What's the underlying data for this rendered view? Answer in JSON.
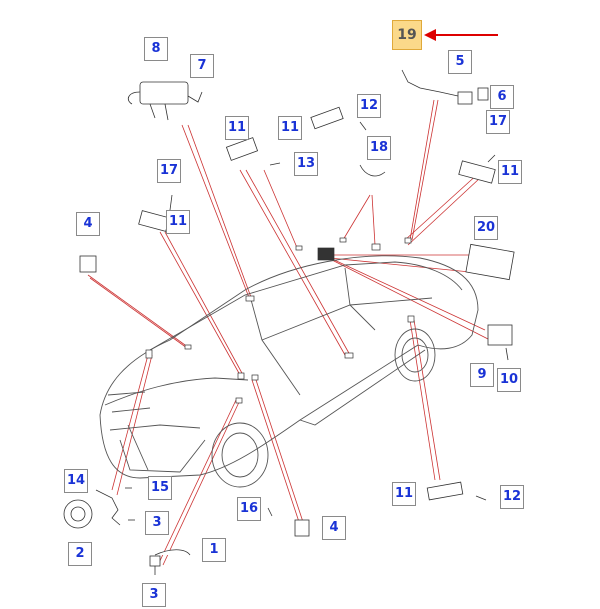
{
  "diagram": {
    "highlighted_callout": "19",
    "colors": {
      "callout_text": "#1a33d6",
      "leader_line": "#cc3333",
      "arrow": "#dd0000",
      "highlight_fill": "#fbd98a"
    },
    "callouts": [
      {
        "id": "c8",
        "label": "8"
      },
      {
        "id": "c7",
        "label": "7"
      },
      {
        "id": "c19",
        "label": "19"
      },
      {
        "id": "c5",
        "label": "5"
      },
      {
        "id": "c6",
        "label": "6"
      },
      {
        "id": "c11a",
        "label": "11"
      },
      {
        "id": "c12a",
        "label": "12"
      },
      {
        "id": "c11b",
        "label": "11"
      },
      {
        "id": "c13",
        "label": "13"
      },
      {
        "id": "c18",
        "label": "18"
      },
      {
        "id": "c17a",
        "label": "17"
      },
      {
        "id": "c11c",
        "label": "11"
      },
      {
        "id": "c17b",
        "label": "17"
      },
      {
        "id": "c11d",
        "label": "11"
      },
      {
        "id": "c4a",
        "label": "4"
      },
      {
        "id": "c20",
        "label": "20"
      },
      {
        "id": "c9",
        "label": "9"
      },
      {
        "id": "c10",
        "label": "10"
      },
      {
        "id": "c14",
        "label": "14"
      },
      {
        "id": "c15",
        "label": "15"
      },
      {
        "id": "c11e",
        "label": "11"
      },
      {
        "id": "c12b",
        "label": "12"
      },
      {
        "id": "c16",
        "label": "16"
      },
      {
        "id": "c4b",
        "label": "4"
      },
      {
        "id": "c3a",
        "label": "3"
      },
      {
        "id": "c2",
        "label": "2"
      },
      {
        "id": "c1",
        "label": "1"
      },
      {
        "id": "c3b",
        "label": "3"
      }
    ]
  }
}
